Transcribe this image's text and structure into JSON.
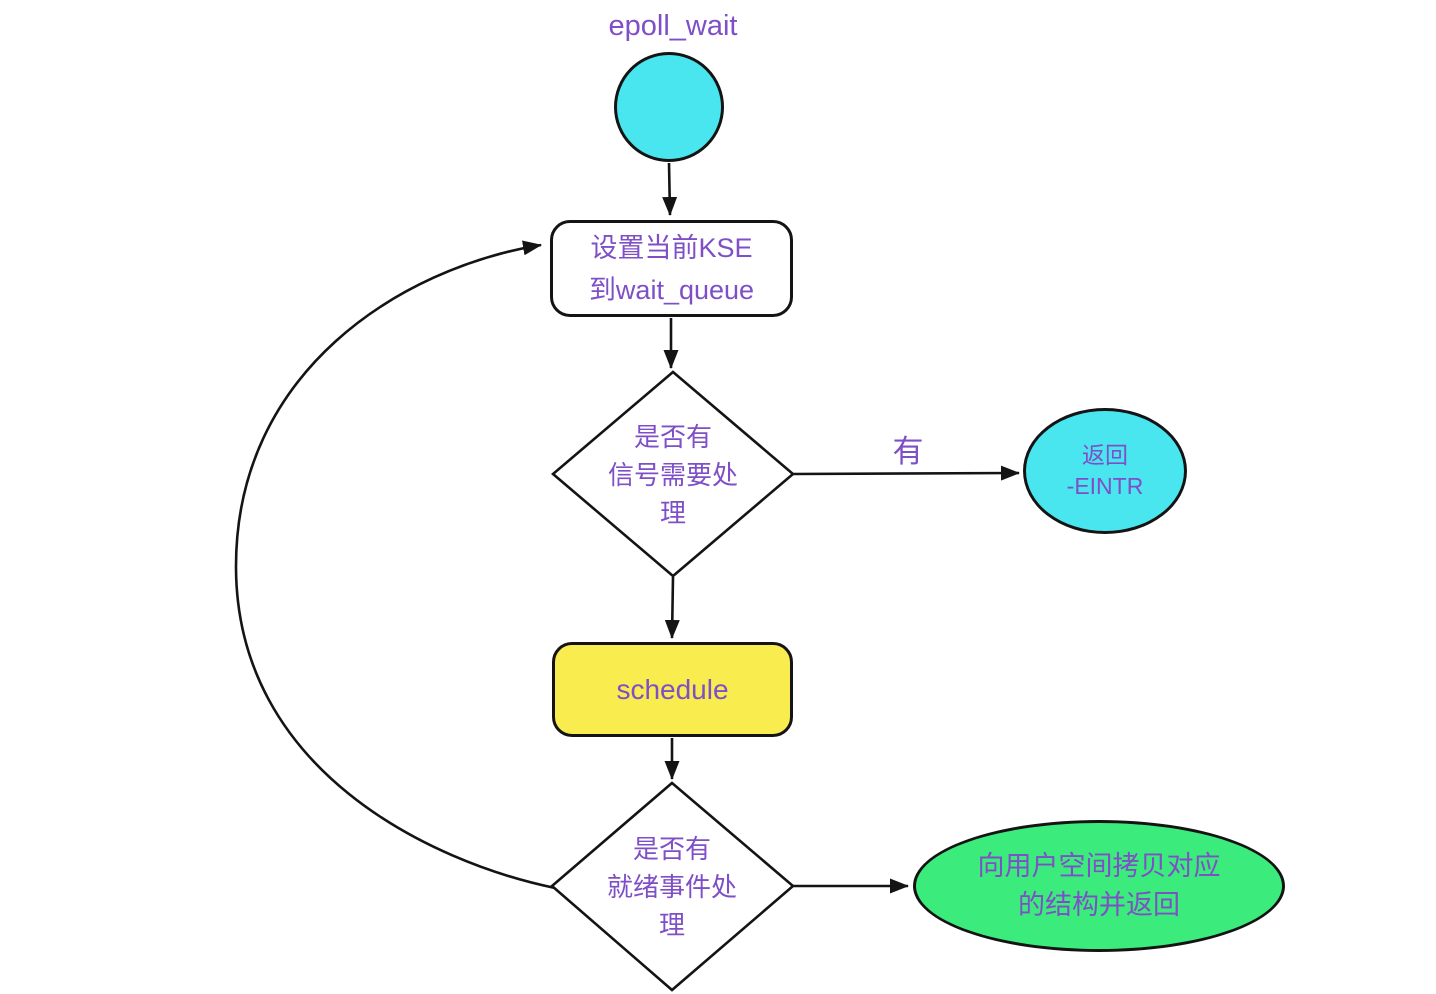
{
  "diagram": {
    "title_label": "epoll_wait",
    "nodes": {
      "start_circle": {
        "shape": "circle",
        "label": "",
        "fill": "#49E6EF"
      },
      "set_kse": {
        "shape": "rounded-rect",
        "label": "设置当前KSE\n到wait_queue",
        "fill": "#FFFFFF"
      },
      "signal_check": {
        "shape": "diamond",
        "label": "是否有\n信号需要处\n理",
        "fill": "#FFFFFF"
      },
      "return_eintr": {
        "shape": "ellipse",
        "label": "返回\n-EINTR",
        "fill": "#49E6EF"
      },
      "schedule": {
        "shape": "rounded-rect",
        "label": "schedule",
        "fill": "#F8EC4F"
      },
      "ready_check": {
        "shape": "diamond",
        "label": "是否有\n就绪事件处\n理",
        "fill": "#FFFFFF"
      },
      "copy_to_user": {
        "shape": "ellipse",
        "label": "向用户空间拷贝对应\n的结构并返回",
        "fill": "#3BEC7C"
      }
    },
    "edges": {
      "signal_yes_label": "有"
    },
    "colors": {
      "text_purple": "#7E4FC6",
      "stroke_black": "#141414",
      "cyan": "#49E6EF",
      "yellow": "#F8EC4F",
      "green": "#3BEC7C",
      "background": "#FFFFFF"
    }
  }
}
